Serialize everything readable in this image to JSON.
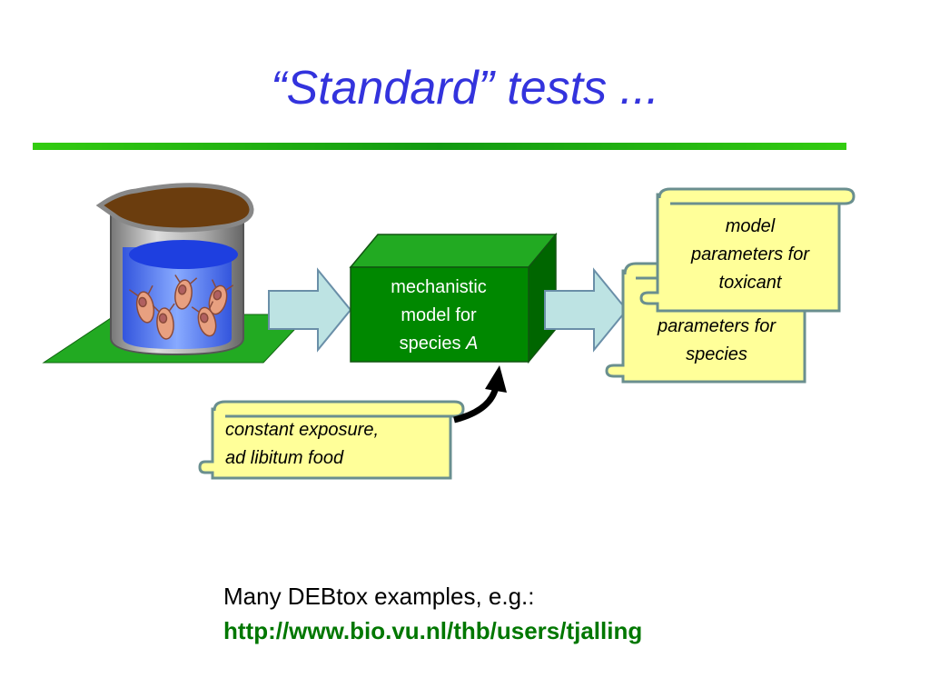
{
  "slide": {
    "title": "“Standard” tests ..."
  },
  "diagram": {
    "model_box": {
      "line1": "mechanistic",
      "line2": "model for",
      "line3_prefix": "species ",
      "line3_letter": "A"
    },
    "scroll_toxicant": {
      "line1": "model",
      "line2": "parameters for",
      "line3": "toxicant"
    },
    "scroll_species": {
      "line1": "parameters for",
      "line2": "species"
    },
    "scroll_conditions": {
      "line1": "constant exposure,",
      "line2": "ad libitum food"
    }
  },
  "footnote": {
    "text": "Many DEBtox examples, e.g.:",
    "link": "http://www.bio.vu.nl/thb/users/tjalling"
  },
  "colors": {
    "title_blue": "#3333dd",
    "rule_green": "#33cc00",
    "box_green": "#008800",
    "scroll_yellow": "#ffff99",
    "arrow_fill": "#bde3e3",
    "link_green": "#007700"
  },
  "icons": [
    "beaker-icon",
    "daphnia-icon",
    "block-arrow-icon",
    "curved-arrow-icon",
    "scroll-icon"
  ]
}
